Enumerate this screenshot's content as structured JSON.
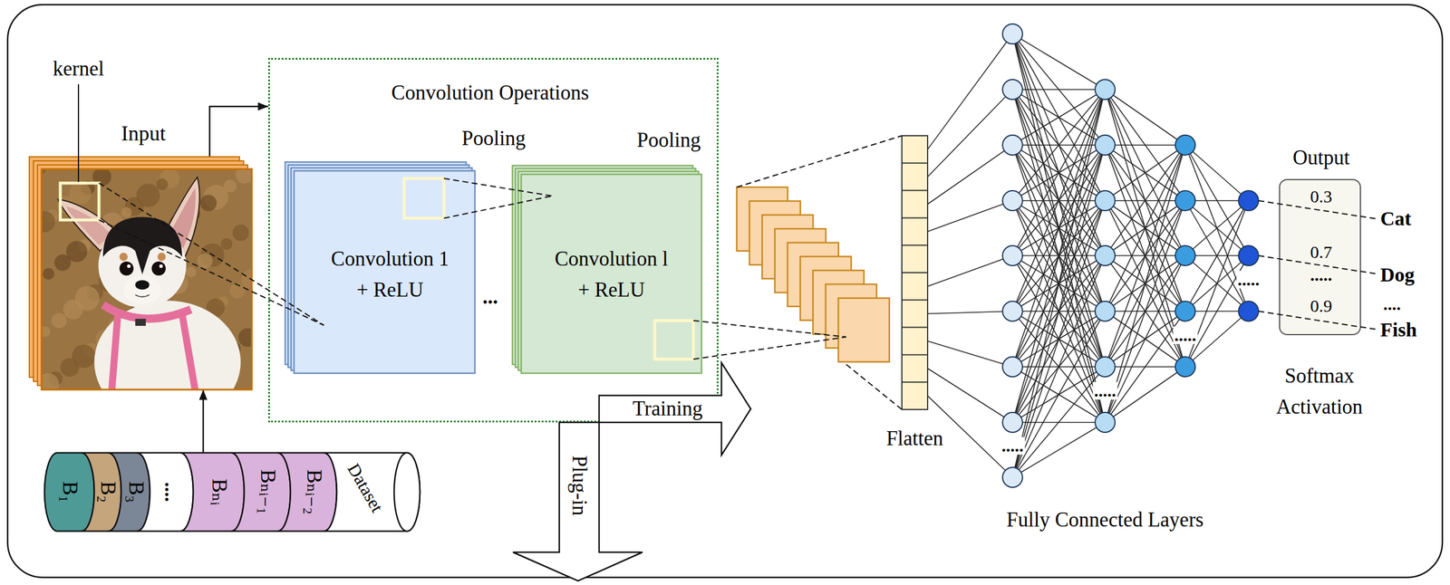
{
  "diagram": {
    "nodes": [
      {
        "text": [
          "Input"
        ]
      },
      {
        "text": [
          "Convolution Operations"
        ]
      },
      {
        "text": [
          "Convolution 1 + ReLU"
        ],
        "in": 1
      },
      {
        "text": [
          "Convolution l + ReLU"
        ],
        "in": 1
      },
      {
        "text": [
          "Training"
        ]
      },
      {
        "text": [
          "Plug-in"
        ]
      },
      {
        "text": [
          "Flatten"
        ]
      },
      {
        "text": [
          "Output",
          "0.3",
          "0.7",
          ".....",
          "0.9"
        ]
      },
      {
        "text": [
          "B₁",
          "B₂",
          "B₃",
          "....",
          "Bₙᵢ",
          "Bₙᵢ₋₁",
          "Bₙᵢ₋₂",
          "Dataset"
        ]
      }
    ],
    "edges": [
      {
        "from": 8,
        "to": 0,
        "arrow": "to"
      },
      {
        "from": 0,
        "to": 1,
        "arrow": "to"
      }
    ],
    "labels": [
      "kernel",
      "Pooling",
      "Pooling",
      "...",
      ".....",
      ".....",
      ".....",
      ".....",
      "Cat",
      "Dog",
      "....",
      "Fish",
      "Fully Connected Layers",
      "Softmax Activation"
    ]
  }
}
